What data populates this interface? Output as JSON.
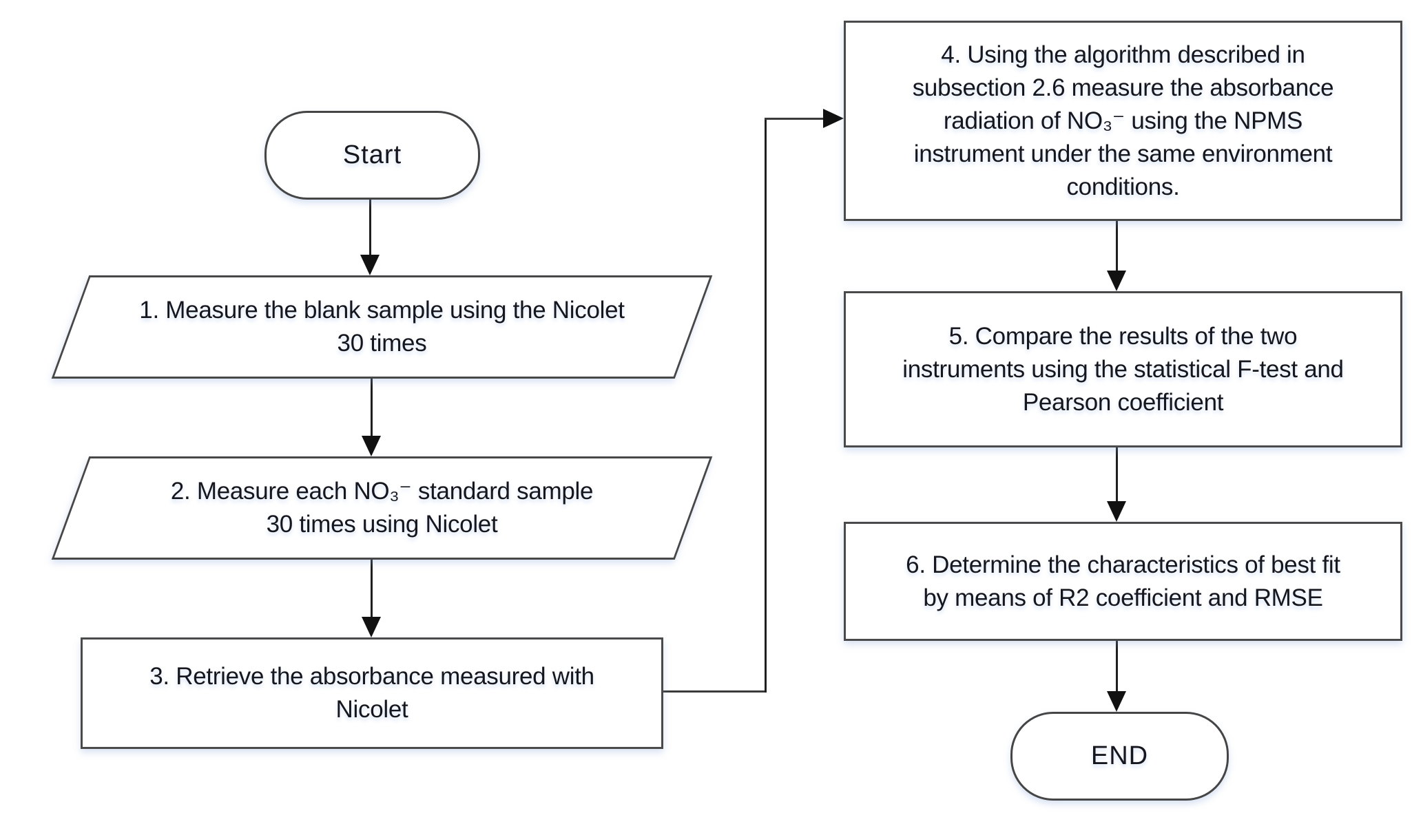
{
  "diagram": {
    "kind": "flowchart",
    "colors": {
      "background": "#ffffff",
      "shape_fill": "#ffffff",
      "shape_border": "#4a4a4a",
      "arrow": "#111111",
      "text": "#16161e",
      "shadow_tint": "#7da0d7"
    },
    "nodes": {
      "start": {
        "shape": "terminator",
        "label": "Start"
      },
      "step1": {
        "shape": "parallelogram",
        "lines": [
          "1. Measure the blank sample using the Nicolet",
          "30 times"
        ]
      },
      "step2": {
        "shape": "parallelogram",
        "lines": [
          "2. Measure each NO₃⁻ standard sample",
          "30 times using Nicolet"
        ]
      },
      "step3": {
        "shape": "rectangle",
        "lines": [
          "3. Retrieve the absorbance measured with",
          "Nicolet"
        ]
      },
      "step4": {
        "shape": "rectangle",
        "lines": [
          "4. Using the algorithm described in",
          "subsection 2.6 measure the absorbance",
          "radiation of NO₃⁻ using the NPMS",
          "instrument under the same environment",
          "conditions."
        ]
      },
      "step5": {
        "shape": "rectangle",
        "lines": [
          "5. Compare the results of the two",
          "instruments using the statistical F-test and",
          "Pearson coefficient"
        ]
      },
      "step6": {
        "shape": "rectangle",
        "lines": [
          "6. Determine the characteristics of best fit",
          "by means of R2 coefficient and RMSE"
        ]
      },
      "end": {
        "shape": "terminator",
        "label": "END"
      }
    },
    "edges": [
      {
        "from": "start",
        "to": "step1",
        "style": "straight-down"
      },
      {
        "from": "step1",
        "to": "step2",
        "style": "straight-down"
      },
      {
        "from": "step2",
        "to": "step3",
        "style": "straight-down"
      },
      {
        "from": "step3",
        "to": "step4",
        "style": "elbow-right-up-right"
      },
      {
        "from": "step4",
        "to": "step5",
        "style": "straight-down"
      },
      {
        "from": "step5",
        "to": "step6",
        "style": "straight-down"
      },
      {
        "from": "step6",
        "to": "end",
        "style": "straight-down"
      }
    ]
  }
}
